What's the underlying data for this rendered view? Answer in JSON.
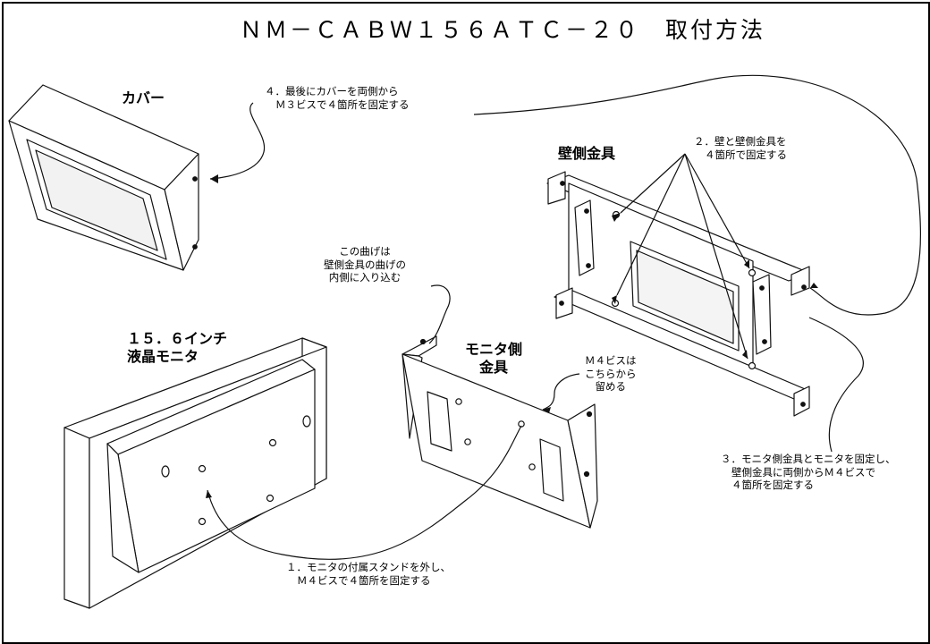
{
  "title": "ＮＭ－ＣＡＢＷ１５６ＡＴＣ－２０　取付方法",
  "parts": {
    "cover": "カバー",
    "wall_bracket": "壁側金具",
    "monitor": [
      "１５．６インチ",
      "液晶モニタ"
    ],
    "monitor_bracket": [
      "モニタ側",
      "金具"
    ]
  },
  "notes": {
    "step4": [
      "４．最後にカバーを両側から",
      "Ｍ３ビスで４箇所を固定する"
    ],
    "step2": [
      "２．壁と壁側金具を",
      "４箇所で固定する"
    ],
    "bend": [
      "この曲げは",
      "壁側金具の曲げの",
      "内側に入り込む"
    ],
    "m4": [
      "Ｍ４ビスは",
      "こちらから",
      "留める"
    ],
    "step3": [
      "３．モニタ側金具とモニタを固定し、",
      "壁側金具に両側からＭ４ビスで",
      "４箇所を固定する"
    ],
    "step1": [
      "１．モニタの付属スタンドを外し、",
      "Ｍ４ビスで４箇所を固定する"
    ]
  }
}
